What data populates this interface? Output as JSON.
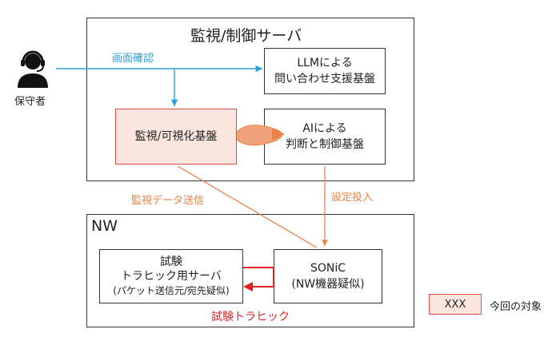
{
  "user": {
    "label": "保守者"
  },
  "server": {
    "title": "監視/制御サーバ",
    "llm_box": [
      "LLMによる",
      "問い合わせ支援基盤"
    ],
    "monitor_box": [
      "監視/可視化基盤"
    ],
    "ai_box": [
      "AIによる",
      "判断と制御基盤"
    ]
  },
  "nw": {
    "title": "NW",
    "traffic_box": [
      "試験",
      "トラヒック用サーバ",
      "(パケット送信元/宛先疑似)"
    ],
    "sonic_box": [
      "SONiC",
      "(NW機器疑似)"
    ]
  },
  "arrows": {
    "screen_check": "画面確認",
    "monitor_data": "監視データ送信",
    "config_input": "設定投入",
    "test_traffic": "試験トラヒック"
  },
  "legend": {
    "sample": "XXX",
    "description": "今回の対象"
  },
  "colors": {
    "blue": "#2a9fd8",
    "orange": "#e8834a",
    "red": "#e02424",
    "target_fill": "#fbe5dc"
  }
}
